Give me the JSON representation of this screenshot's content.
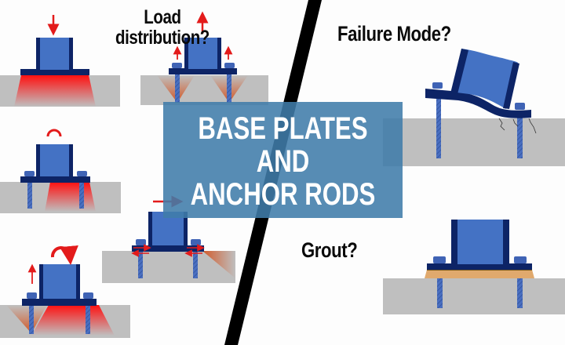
{
  "title": {
    "lines": [
      "BASE PLATES",
      "AND",
      "ANCHOR RODS"
    ],
    "box_color": "#4a7fae",
    "text_color": "#ffffff"
  },
  "labels": {
    "load_distribution": [
      "Load",
      "distribution?"
    ],
    "failure_mode": "Failure Mode?",
    "grout": "Grout?"
  },
  "colors": {
    "column_fill": "#4472c4",
    "column_flange": "#0d2466",
    "plate": "#0d2466",
    "anchor_rod": "#4a6fc0",
    "concrete": "#bfbfbf",
    "stress": "#ff1a1a",
    "cone": "#d9622b",
    "arrow": "#e31b1b",
    "grout": "#e0a96d",
    "divider": "#000000"
  },
  "diagrams": [
    {
      "id": "axial-compression",
      "load": "downward force",
      "anchors": false
    },
    {
      "id": "uplift-tension",
      "load": "upward force with rod tension",
      "anchors": true
    },
    {
      "id": "moment-small",
      "load": "moment",
      "anchors": true
    },
    {
      "id": "moment-with-tension",
      "load": "moment with uplift",
      "anchors": true
    },
    {
      "id": "shear",
      "load": "horizontal shear",
      "anchors": true
    },
    {
      "id": "plate-bending-failure",
      "load": "failure mode",
      "anchors": true
    },
    {
      "id": "grouted-base-plate",
      "load": "grout pad",
      "anchors": true
    }
  ]
}
